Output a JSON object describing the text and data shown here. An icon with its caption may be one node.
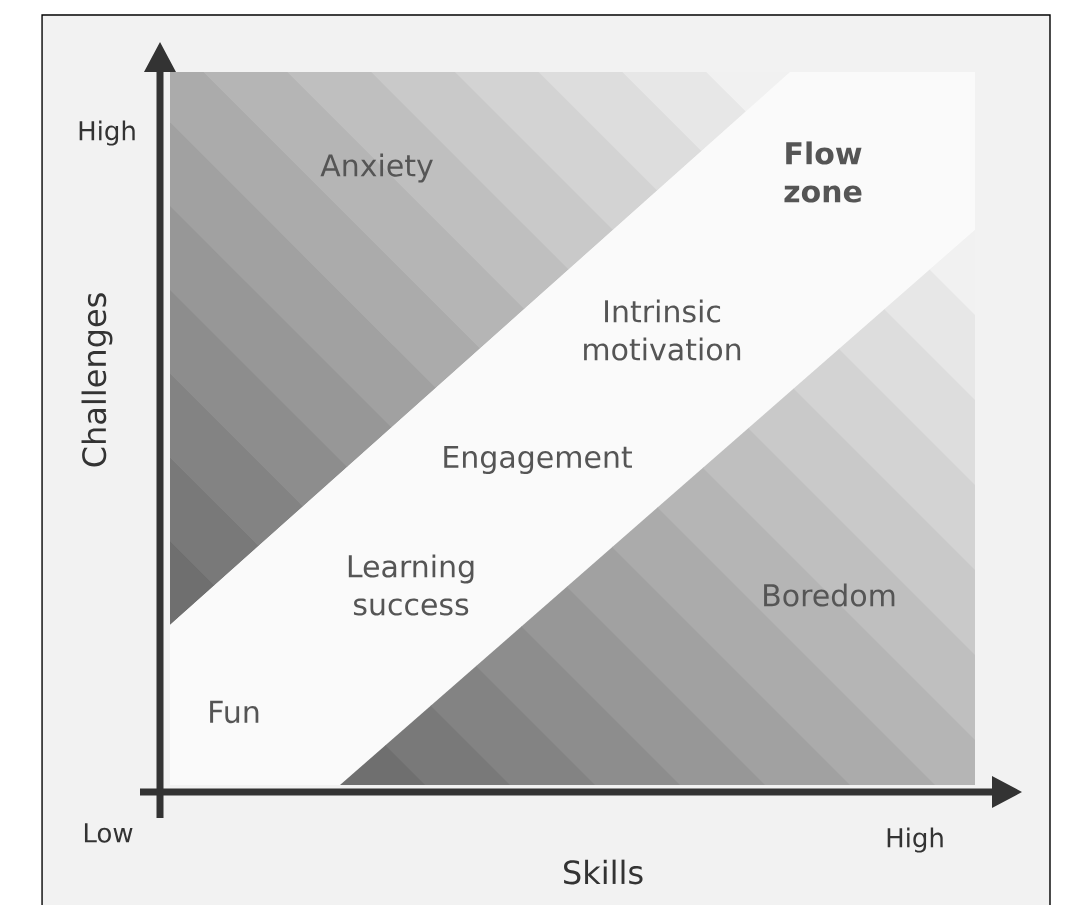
{
  "diagram": {
    "nodes": [
      {
        "text": [
          "Anxiety"
        ]
      },
      {
        "text": [
          "Flow zone",
          "Intrinsic motivation",
          "Engagement",
          "Learning success"
        ]
      },
      {
        "text": [
          "Boredom"
        ]
      }
    ],
    "labels": [
      "High",
      "Challenges",
      "Fun",
      "Low",
      "High",
      "Skills"
    ]
  }
}
